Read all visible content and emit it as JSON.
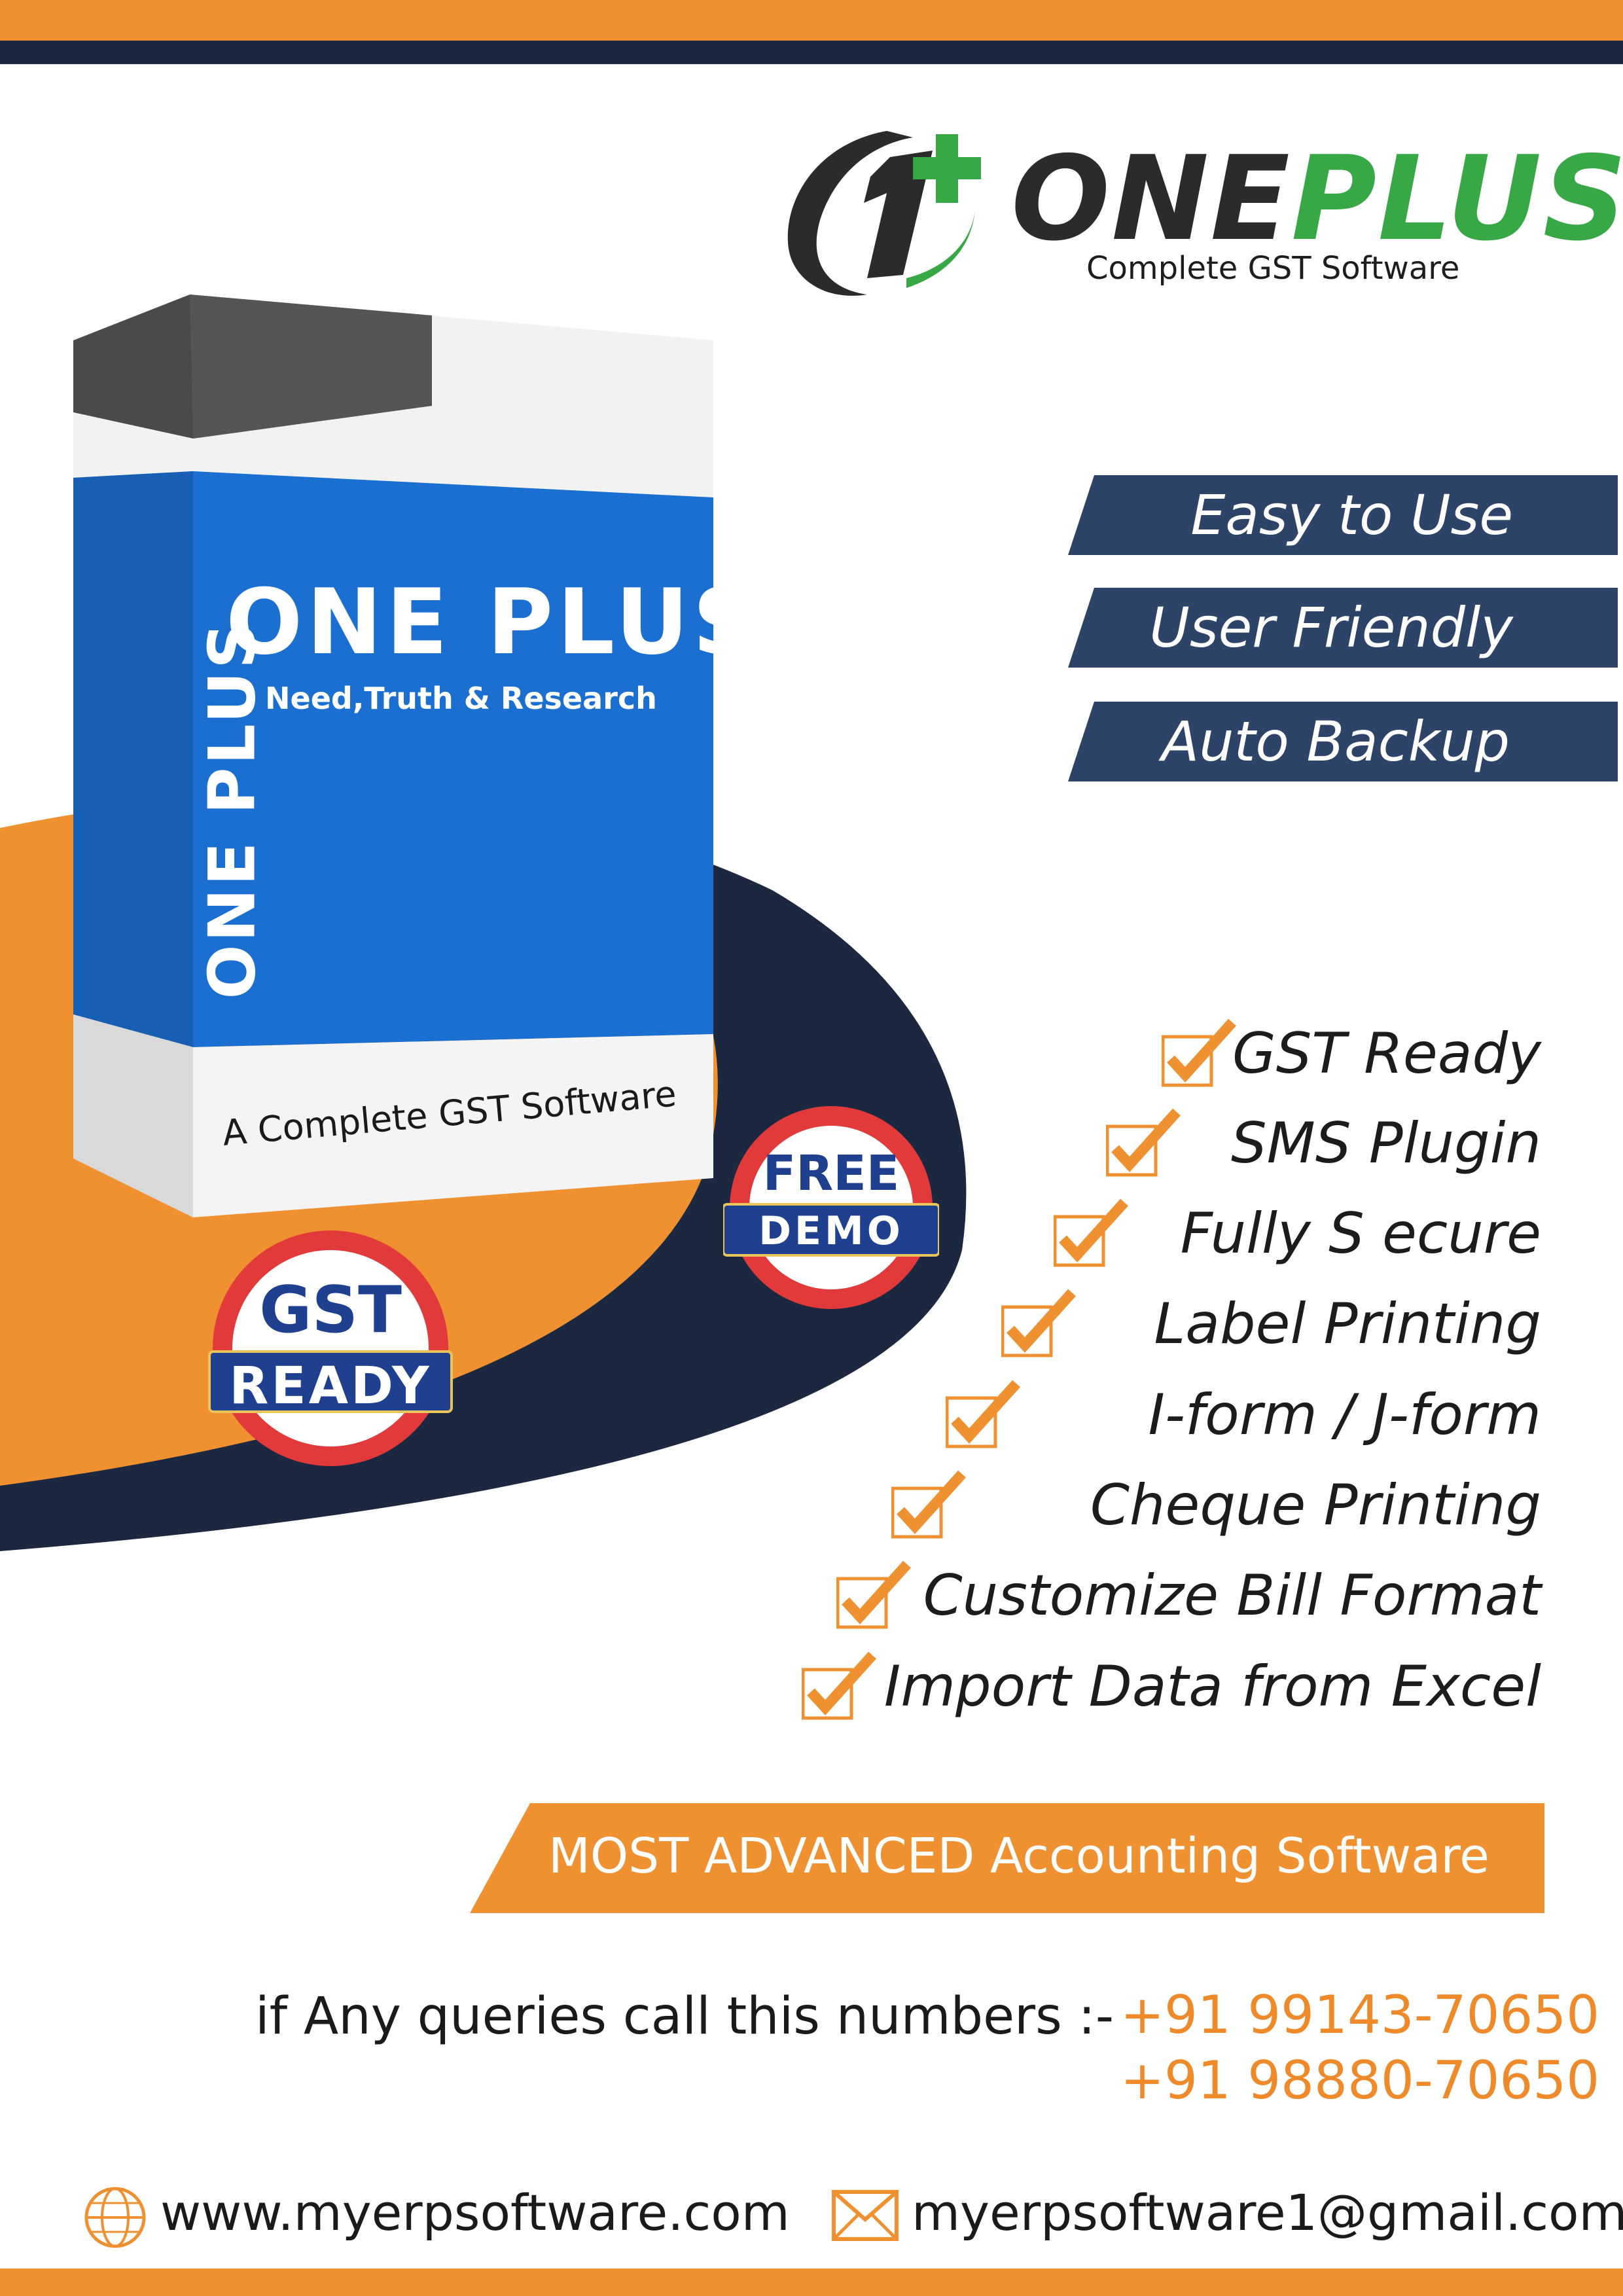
{
  "brand": {
    "logo_word_one": "ONE",
    "logo_word_plus": "PLUS",
    "logo_tagline": "Complete GST Software",
    "logo_mark": "1+",
    "colors": {
      "orange": "#ef9130",
      "navy": "#1c2840",
      "green": "#37a845",
      "blue": "#1b6fd1",
      "banner": "#2d4468"
    }
  },
  "product_box": {
    "side_text": "ONE PLUS",
    "title": "ONE PLUS",
    "subtitle": "Need,Truth & Research",
    "bottom_text": "A Complete GST Software"
  },
  "badges": {
    "gst": {
      "top": "GST",
      "bottom": "READY"
    },
    "demo": {
      "top": "FREE",
      "bottom": "DEMO"
    }
  },
  "highlights": [
    "Easy to Use",
    "User Friendly",
    "Auto Backup"
  ],
  "features": [
    "GST Ready",
    "SMS Plugin",
    "Fully S ecure",
    "Label Printing",
    "I-form / J-form",
    "Cheque Printing",
    "Customize Bill Format",
    "Import Data from Excel"
  ],
  "advanced_banner": "MOST ADVANCED Accounting Software",
  "contact": {
    "query_text": "if Any queries call this numbers :-",
    "phones": [
      "+91 99143-70650",
      "+91 98880-70650"
    ],
    "website": "www.myerpsoftware.com",
    "email": "myerpsoftware1@gmail.com",
    "website_icon": "globe-icon",
    "email_icon": "envelope-icon"
  }
}
